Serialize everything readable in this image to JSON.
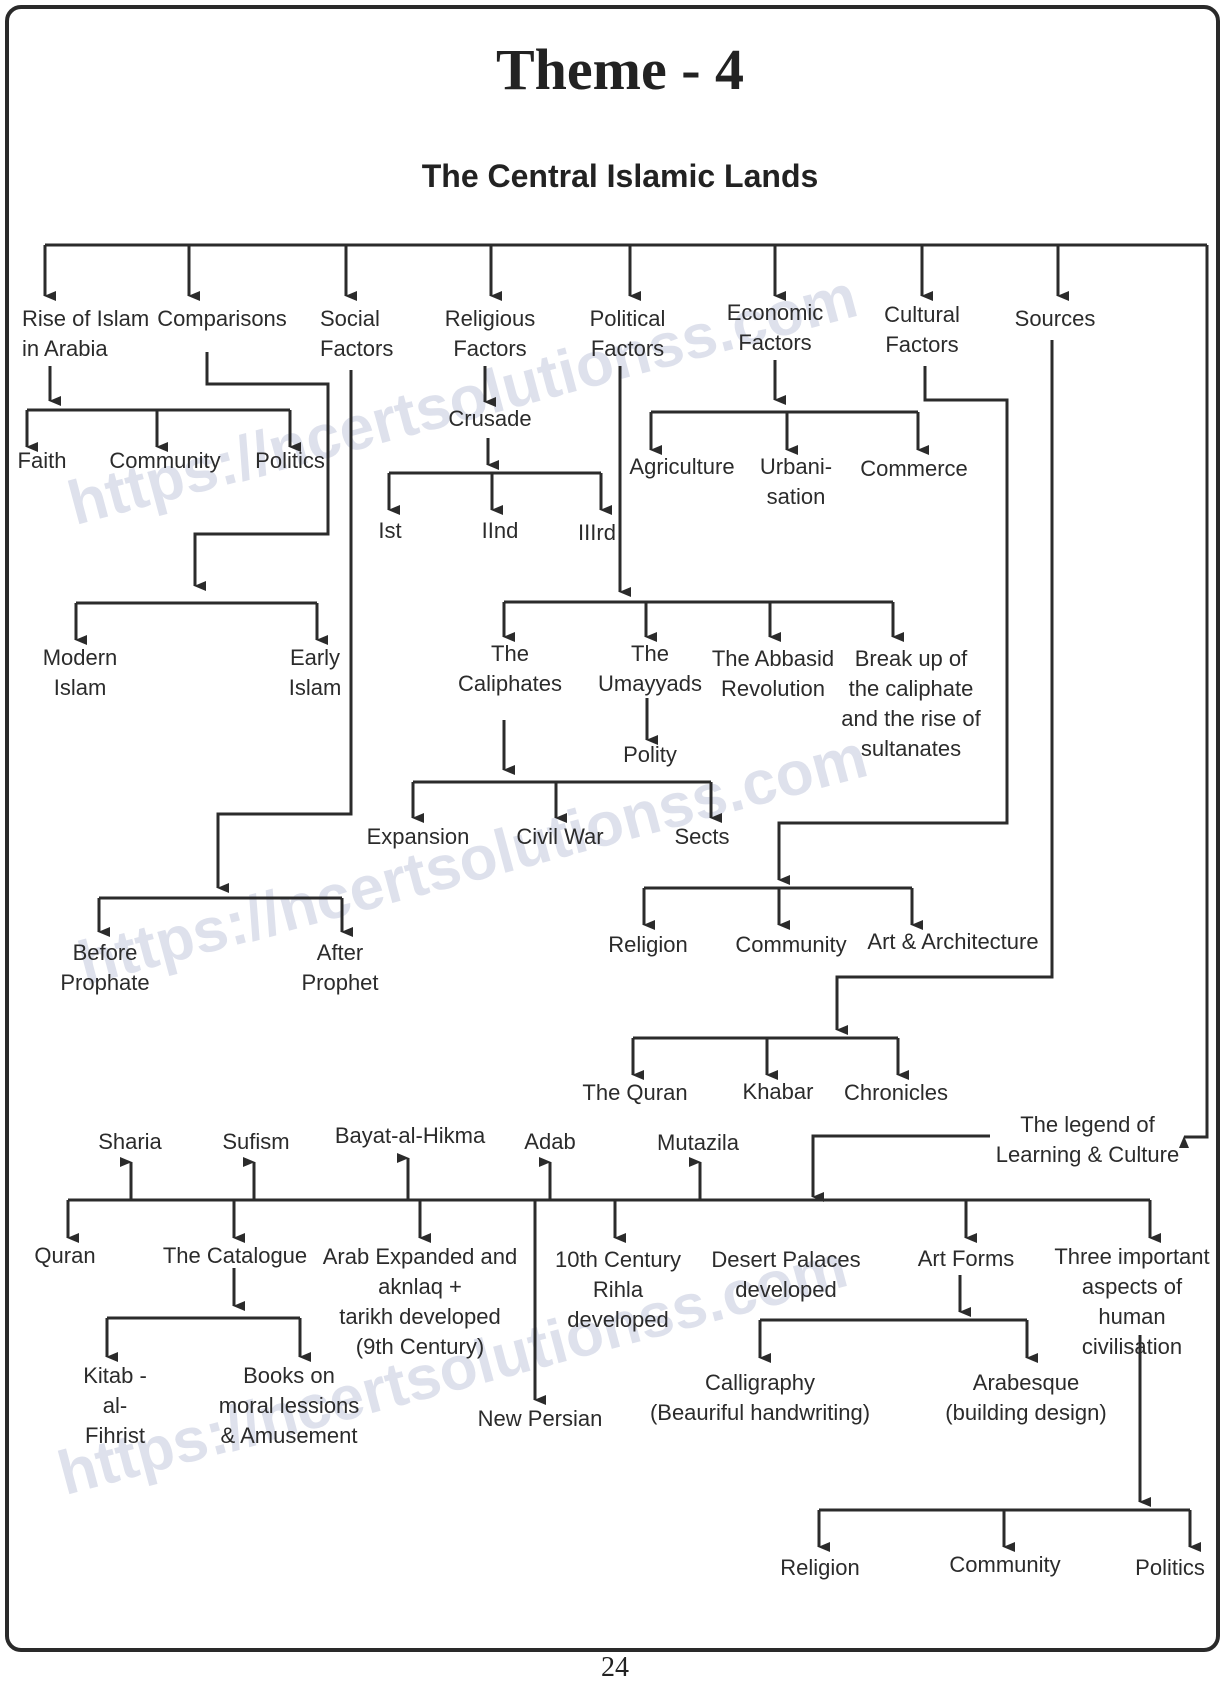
{
  "page": {
    "title": "Theme - 4",
    "subtitle": "The Central Islamic Lands",
    "page_number": "24",
    "watermark": "https://ncertsolutionss.com"
  },
  "nodes": {
    "rise": "Rise of Islam\nin Arabia",
    "comparisons": "Comparisons",
    "social": "Social\nFactors",
    "religious": "Religious\nFactors",
    "political": "Political\nFactors",
    "economic": "Economic\nFactors",
    "cultural": "Cultural\nFactors",
    "sources": "Sources",
    "faith": "Faith",
    "community1": "Community",
    "politics1": "Politics",
    "crusade": "Crusade",
    "first": "Ist",
    "second": "IInd",
    "third": "IIIrd",
    "agriculture": "Agriculture",
    "urbanisation": "Urbani-\nsation",
    "commerce": "Commerce",
    "modern_islam": "Modern\nIslam",
    "early_islam": "Early\nIslam",
    "caliphates": "The\nCaliphates",
    "umayyads": "The\nUmayyads",
    "abbasid": "The Abbasid\nRevolution",
    "breakup": "Break up of\nthe caliphate\nand the rise of\nsultanates",
    "polity": "Polity",
    "expansion": "Expansion",
    "civil_war": "Civil War",
    "sects": "Sects",
    "before_prophet": "Before\nProphate",
    "after_prophet": "After\nProphet",
    "religion2": "Religion",
    "community2": "Community",
    "art_arch": "Art & Architecture",
    "quran_src": "The Quran",
    "khabar": "Khabar",
    "chronicles": "Chronicles",
    "legend": "The legend of\nLearning & Culture",
    "sharia": "Sharia",
    "sufism": "Sufism",
    "bayat": "Bayat-al-Hikma",
    "adab": "Adab",
    "mutazila": "Mutazila",
    "quran": "Quran",
    "catalogue": "The Catalogue",
    "arab_expanded": "Arab Expanded and\naknlaq +\ntarikh developed\n(9th Century)",
    "rihla": "10th Century\nRihla\ndeveloped",
    "desert": "Desert Palaces\ndeveloped",
    "art_forms": "Art Forms",
    "three_aspects": "Three important\naspects of human\ncivilisation",
    "kitab": "Kitab -\nal-\nFihrist",
    "books": "Books on\nmoral lessions\n& Amusement",
    "new_persian": "New Persian",
    "calligraphy": "Calligraphy\n(Beauriful handwriting)",
    "arabesque": "Arabesque\n(building design)",
    "religion3": "Religion",
    "community3": "Community",
    "politics3": "Politics"
  }
}
